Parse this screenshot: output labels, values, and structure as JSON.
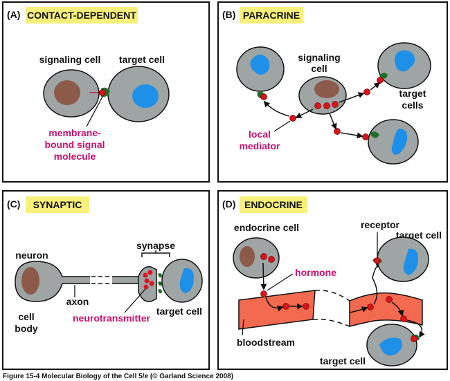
{
  "panels": {
    "a": {
      "letter": "(A)",
      "title": "CONTACT-DEPENDENT",
      "signaling_cell": "signaling cell",
      "target_cell": "target cell",
      "signal_line1": "membrane-",
      "signal_line2": "bound signal",
      "signal_line3": "molecule"
    },
    "b": {
      "letter": "(B)",
      "title": "PARACRINE",
      "signaling_line1": "signaling",
      "signaling_line2": "cell",
      "target_line1": "target",
      "target_line2": "cells",
      "mediator_line1": "local",
      "mediator_line2": "mediator"
    },
    "c": {
      "letter": "(C)",
      "title": "SYNAPTIC",
      "neuron": "neuron",
      "synapse": "synapse",
      "axon": "axon",
      "cell_body_line1": "cell",
      "cell_body_line2": "body",
      "neurotransmitter": "neurotransmitter",
      "target_cell": "target cell"
    },
    "d": {
      "letter": "(D)",
      "title": "ENDOCRINE",
      "endocrine_cell": "endocrine cell",
      "receptor": "receptor",
      "target_cell_top": "target cell",
      "hormone": "hormone",
      "bloodstream": "bloodstream",
      "target_cell_bottom": "target cell"
    }
  },
  "caption": "Figure 15-4  Molecular Biology of the Cell 5/e (© Garland Science 2008)",
  "colors": {
    "cell": "#9ea5a4",
    "nucleus_brown": "#8b5a48",
    "nucleus_blue": "#1e90e8",
    "receptor": "#1f6e2a",
    "molecule": "#d8141c",
    "accent_label": "#c8106e",
    "title_bg": "#f7f07a",
    "blood": "#f26a50"
  }
}
